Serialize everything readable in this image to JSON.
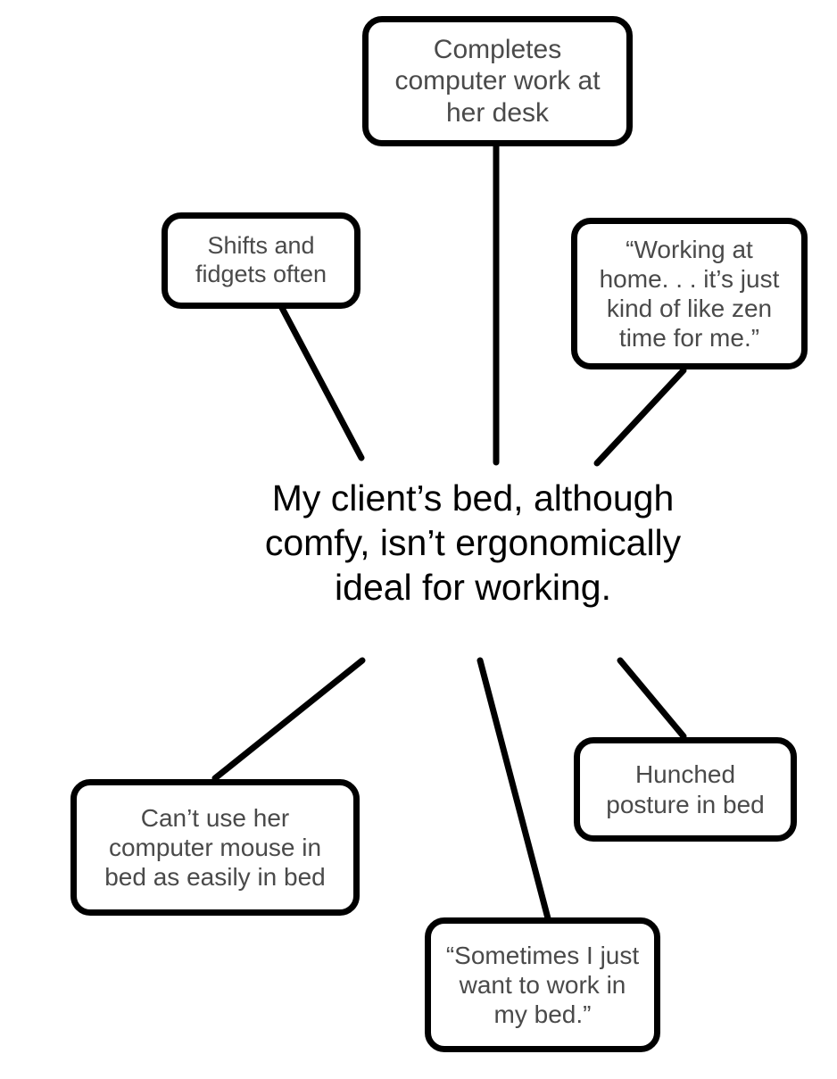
{
  "diagram": {
    "type": "cluster-map",
    "center": {
      "text": "My client’s bed, although\ncomfy, isn’t ergonomically\nideal for working."
    },
    "nodes": [
      {
        "id": "desk",
        "label": "Completes\ncomputer work at\nher desk"
      },
      {
        "id": "shifts",
        "label": "Shifts and\nfidgets often"
      },
      {
        "id": "zen",
        "label": "“Working at\nhome. . . it’s just\nkind of like zen\ntime for me.”"
      },
      {
        "id": "mouse",
        "label": "Can’t use her\ncomputer mouse in\nbed as easily in bed"
      },
      {
        "id": "hunched",
        "label": "Hunched\nposture in bed"
      },
      {
        "id": "sometimes",
        "label": "“Sometimes I just\nwant to work in\nmy bed.”"
      }
    ],
    "connectors": [
      {
        "from": "desk",
        "to": "center"
      },
      {
        "from": "shifts",
        "to": "center"
      },
      {
        "from": "zen",
        "to": "center"
      },
      {
        "from": "mouse",
        "to": "center"
      },
      {
        "from": "hunched",
        "to": "center"
      },
      {
        "from": "sometimes",
        "to": "center"
      }
    ],
    "colors": {
      "background": "#ffffff",
      "node_border": "#000000",
      "node_text": "#4a4a4a",
      "center_text": "#000000",
      "connector": "#000000"
    }
  }
}
